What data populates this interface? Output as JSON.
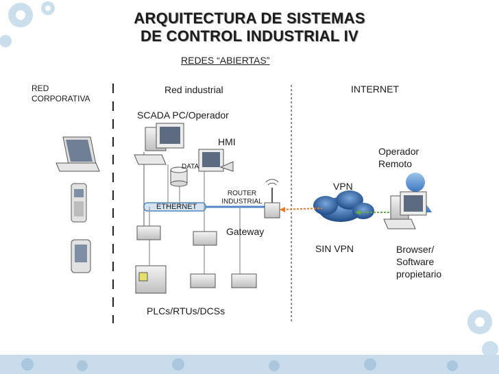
{
  "title": {
    "line1": "ARQUITECTURA DE SISTEMAS",
    "line2": "DE CONTROL INDUSTRIAL IV"
  },
  "subtitle": "REDES “ABIERTAS”",
  "zones": {
    "corporate": "RED\nCORPORATIVA",
    "industrial": "Red industrial",
    "internet": "INTERNET"
  },
  "nodes": {
    "scada": "SCADA PC/Operador",
    "hmi": "HMI",
    "data": "DATA",
    "router": "ROUTER\nINDUSTRIAL",
    "ethernet": "ETHERNET",
    "gateway": "Gateway",
    "plcs": "PLCs/RTUs/DCSs",
    "vpn": "VPN",
    "sin_vpn": "SIN VPN",
    "operador_remoto": "Operador\nRemoto",
    "browser": "Browser/\nSoftware\npropietario"
  },
  "colors": {
    "accent_blue": "#4f87c5",
    "cloud_blue": "#2f5f9e",
    "orange_link": "#e8782a",
    "green_link": "#6aa84f",
    "gear_blue": "#b8d2e6"
  }
}
